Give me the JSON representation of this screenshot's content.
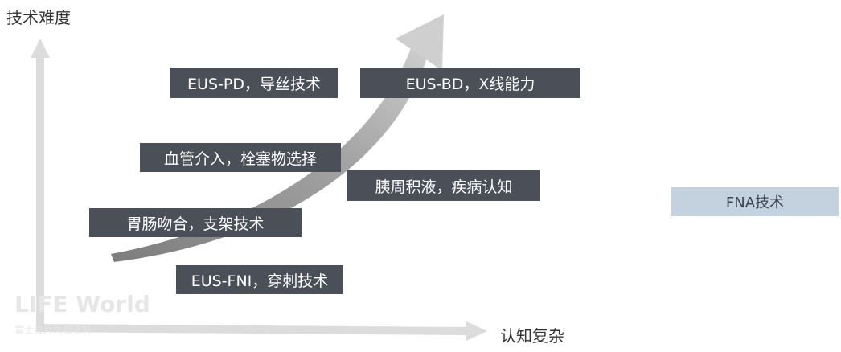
{
  "axes": {
    "y_title": "技术难度",
    "x_title": "认知复杂"
  },
  "boxes": {
    "eus_pd": "EUS-PD，导丝技术",
    "eus_bd": "EUS-BD，X线能力",
    "vascular": "血管介入，栓塞物选择",
    "pancreatic": "胰周积液，疾病认知",
    "gastro": "胃肠吻合，支架技术",
    "eus_fni": "EUS-FNI，穿刺技术",
    "fna": "FNA技术"
  },
  "watermark": {
    "brand": "LIFE World",
    "sub": "富士胶片内部资料"
  },
  "colors": {
    "dark_box": "#4a4f58",
    "light_box": "#c4d2e0",
    "axis": "#d9d9d9",
    "trend_arrow": "#a6a6a6"
  }
}
